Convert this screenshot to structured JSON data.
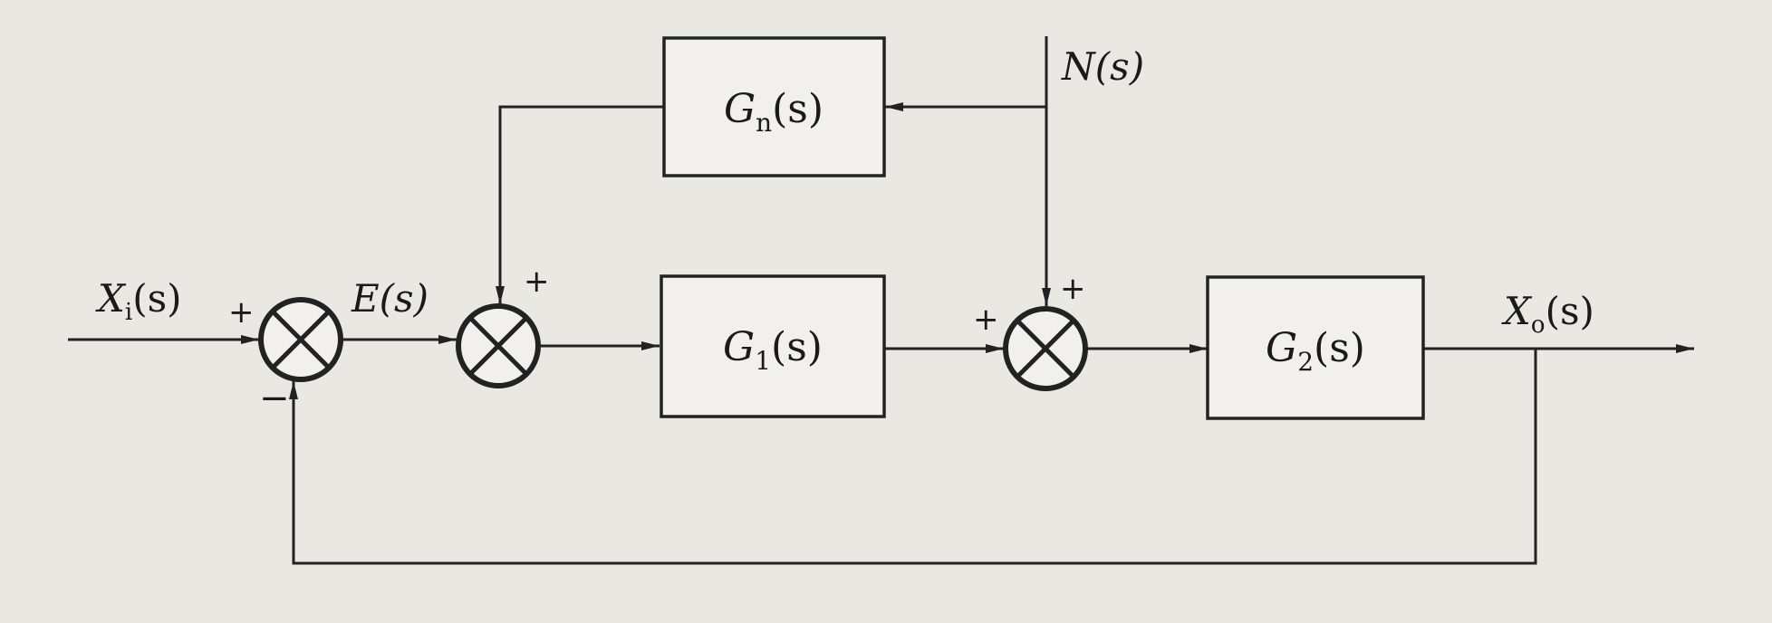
{
  "diagram": {
    "blocks": {
      "gn": {
        "name": "G",
        "sub": "n",
        "arg": "(s)"
      },
      "g1": {
        "name": "G",
        "sub": "1",
        "arg": "(s)"
      },
      "g2": {
        "name": "G",
        "sub": "2",
        "arg": "(s)"
      }
    },
    "signals": {
      "input": {
        "name": "X",
        "sub": "i",
        "arg": "(s)"
      },
      "error": "E(s)",
      "noise": "N(s)",
      "output": {
        "name": "X",
        "sub": "o",
        "arg": "(s)"
      }
    },
    "signs": {
      "sum1_input": "+",
      "sum1_feedback": "−",
      "sum2_feedforward": "+",
      "sum3_forward": "+",
      "sum3_noise": "+"
    }
  }
}
